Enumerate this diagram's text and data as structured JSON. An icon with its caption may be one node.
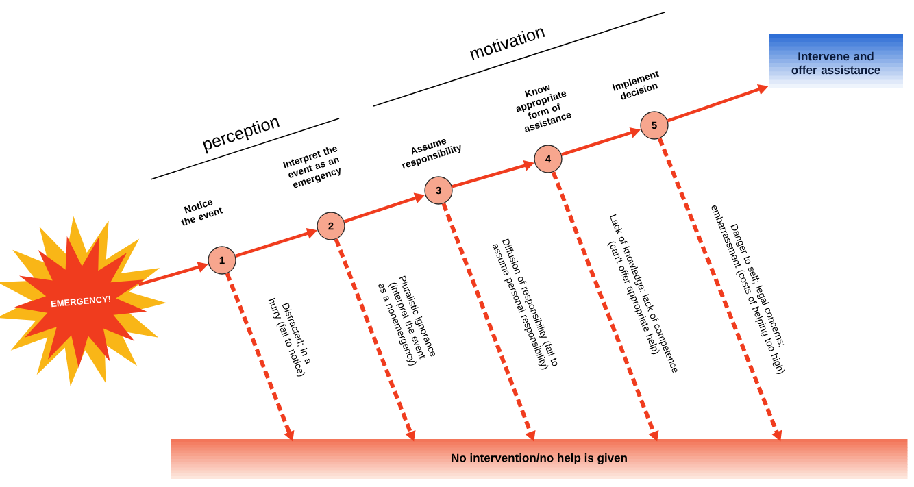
{
  "diagram": {
    "nodes": [
      {
        "text": [
          "EMERGENCY!"
        ]
      },
      {
        "text": [
          "1"
        ],
        "beside": [
          "Notice the event"
        ]
      },
      {
        "text": [
          "2"
        ],
        "beside": [
          "Interpret the event as an emergency"
        ]
      },
      {
        "text": [
          "3"
        ],
        "beside": [
          "Assume responsibility"
        ]
      },
      {
        "text": [
          "4"
        ],
        "beside": [
          "Know appropriate form of assistance"
        ]
      },
      {
        "text": [
          "5"
        ],
        "beside": [
          "Implement decision"
        ]
      },
      {
        "text": [
          "Intervene and offer assistance"
        ]
      },
      {
        "text": [
          "No intervention/no help is given"
        ]
      }
    ],
    "edges": [
      {
        "from": 0,
        "to": 1,
        "arrow": "to"
      },
      {
        "from": 1,
        "to": 2,
        "arrow": "to"
      },
      {
        "from": 2,
        "to": 3,
        "arrow": "to"
      },
      {
        "from": 3,
        "to": 4,
        "arrow": "to"
      },
      {
        "from": 4,
        "to": 5,
        "arrow": "to"
      },
      {
        "from": 5,
        "to": 6,
        "arrow": "to"
      },
      {
        "from": 1,
        "to": 7,
        "arrow": "to",
        "style": "dashed",
        "label": "Distracted; in a hurry (fail to notice)"
      },
      {
        "from": 2,
        "to": 7,
        "arrow": "to",
        "style": "dashed",
        "label": "Pluralistic ignorance (interpret the event as a nonemergency)"
      },
      {
        "from": 3,
        "to": 7,
        "arrow": "to",
        "style": "dashed",
        "label": "Diffusion of responsibility (fail to assume personal responsibility)"
      },
      {
        "from": 4,
        "to": 7,
        "arrow": "to",
        "style": "dashed",
        "label": "Lack of knowledge; lack of competence (can't offer appropriate help)"
      },
      {
        "from": 5,
        "to": 7,
        "arrow": "to",
        "style": "dashed",
        "label": "Danger to self; legal concerns; embarrassment (costs of helping too high)"
      }
    ],
    "labels": [
      "perception",
      "motivation"
    ]
  }
}
